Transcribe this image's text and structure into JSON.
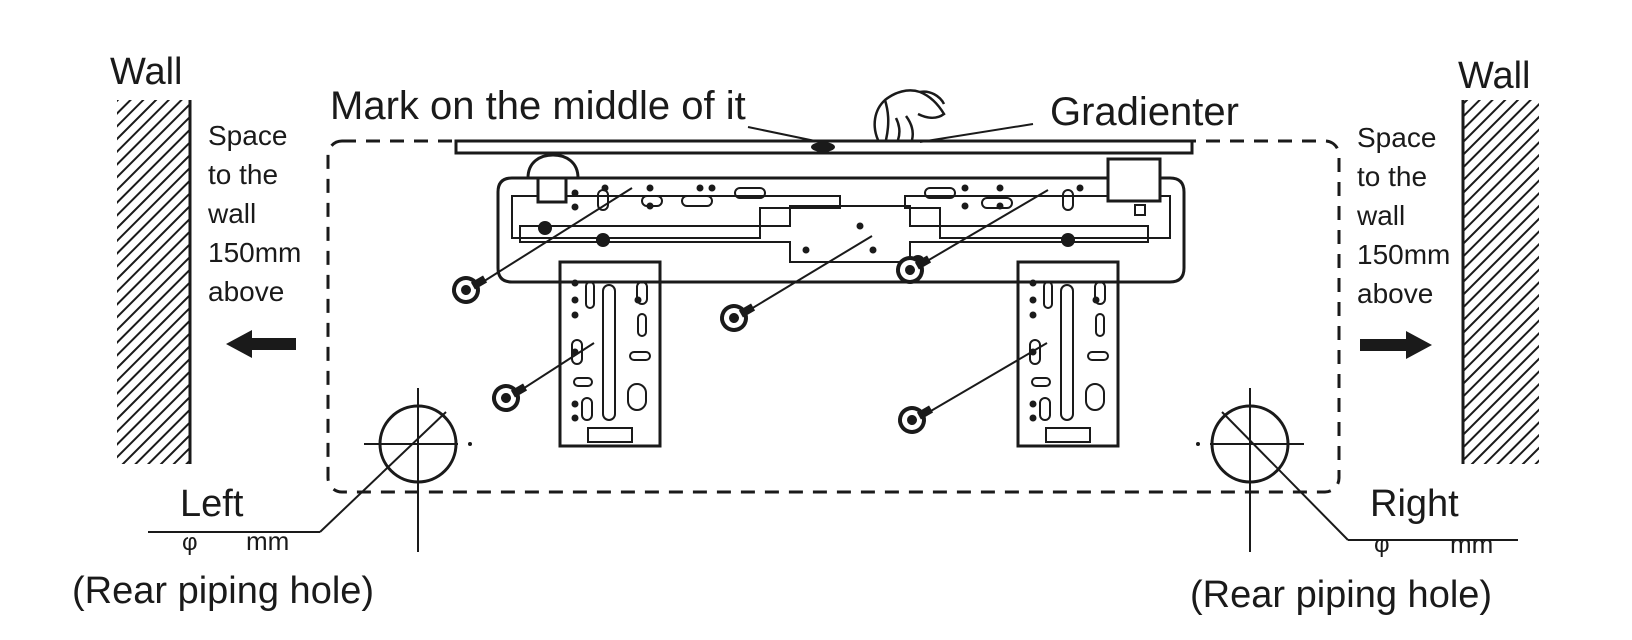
{
  "labels": {
    "wall_left": "Wall",
    "wall_right": "Wall",
    "mark_middle": "Mark on the middle of it",
    "gradienter": "Gradienter",
    "space_lines": [
      "Space",
      "to the",
      "wall",
      "150mm",
      "above"
    ],
    "left_title": "Left",
    "right_title": "Right",
    "phi": "φ",
    "mm": "mm",
    "rear_piping_hole_left": "(Rear piping hole)",
    "rear_piping_hole_right": "(Rear piping hole)"
  },
  "colors": {
    "ink": "#1a1a1a",
    "background": "#ffffff"
  }
}
